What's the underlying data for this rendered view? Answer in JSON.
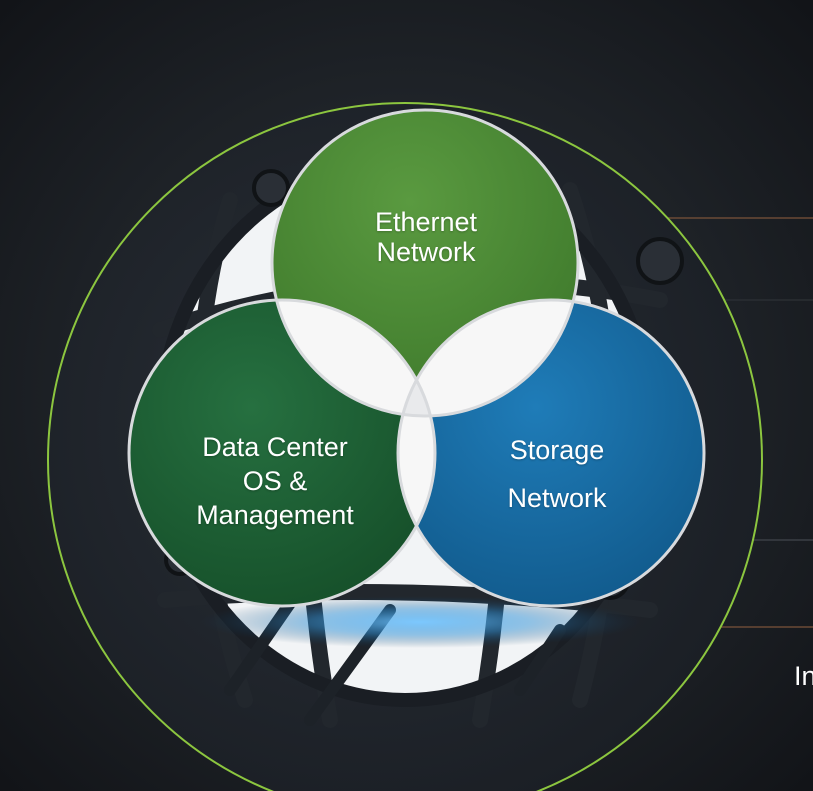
{
  "diagram": {
    "circles": {
      "ethernet": {
        "line1": "Ethernet",
        "line2": "Network",
        "color": "#4b8535"
      },
      "datacenter": {
        "line1": "Data Center",
        "line2": "OS &",
        "line3": "Management",
        "color": "#1f5e35"
      },
      "storage": {
        "line1": "Storage",
        "line2": "Network",
        "color": "#18689e"
      }
    },
    "overlap_color": "#ffffff",
    "outer_ring_color": "#8cc63f",
    "icon": "globe-wireframe-icon"
  },
  "partial_text": "In"
}
